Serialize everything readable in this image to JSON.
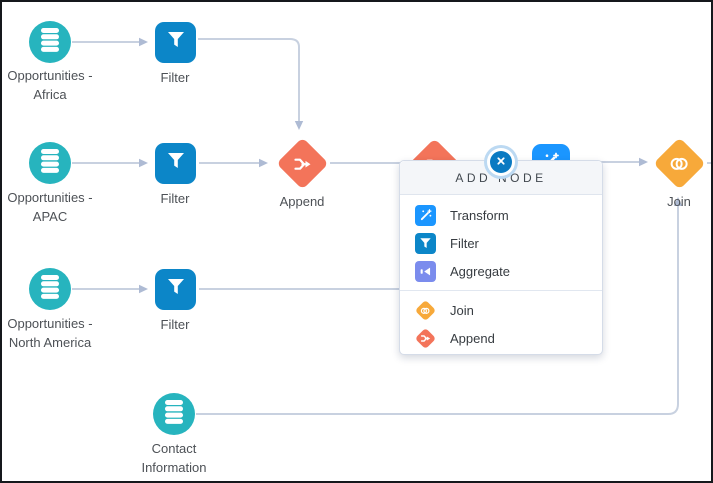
{
  "app": "dataflow-canvas",
  "colors": {
    "dataset_teal": "#27b4be",
    "filter_blue": "#0c86c8",
    "transform_blue": "#1b96ff",
    "aggregate_indigo": "#7b8ced",
    "join_amber": "#f7a93a",
    "append_coral": "#f3745a",
    "edge_gray": "#c8d1e0",
    "close_button_blue": "#0a7ac2"
  },
  "canvas": {
    "nodes": [
      {
        "id": "opportunities-africa",
        "type": "dataset",
        "icon": "database-icon",
        "label1": "Opportunities -",
        "label2": "Africa"
      },
      {
        "id": "filter-africa",
        "type": "filter",
        "icon": "filter-icon",
        "label1": "Filter"
      },
      {
        "id": "opportunities-apac",
        "type": "dataset",
        "icon": "database-icon",
        "label1": "Opportunities -",
        "label2": "APAC"
      },
      {
        "id": "filter-apac",
        "type": "filter",
        "icon": "filter-icon",
        "label1": "Filter"
      },
      {
        "id": "append",
        "type": "append",
        "icon": "append-icon",
        "label1": "Append"
      },
      {
        "id": "opportunities-north-america",
        "type": "dataset",
        "icon": "database-icon",
        "label1": "Opportunities -",
        "label2": "North America"
      },
      {
        "id": "filter-north-america",
        "type": "filter",
        "icon": "filter-icon",
        "label1": "Filter"
      },
      {
        "id": "contact-information",
        "type": "dataset",
        "icon": "database-icon",
        "label1": "Contact",
        "label2": "Information"
      },
      {
        "id": "join",
        "type": "join",
        "icon": "join-icon",
        "label1": "Join"
      }
    ],
    "hidden_nodes": [
      {
        "id": "append-2",
        "icon": "append-icon"
      },
      {
        "id": "transform-1",
        "icon": "transform-icon"
      }
    ]
  },
  "popup": {
    "title": "ADD NODE",
    "close_icon": "close-icon",
    "items": [
      {
        "label": "Transform",
        "icon": "transform-icon"
      },
      {
        "label": "Filter",
        "icon": "filter-icon"
      },
      {
        "label": "Aggregate",
        "icon": "aggregate-icon"
      },
      {
        "label": "Join",
        "icon": "join-icon"
      },
      {
        "label": "Append",
        "icon": "append-icon"
      }
    ]
  }
}
